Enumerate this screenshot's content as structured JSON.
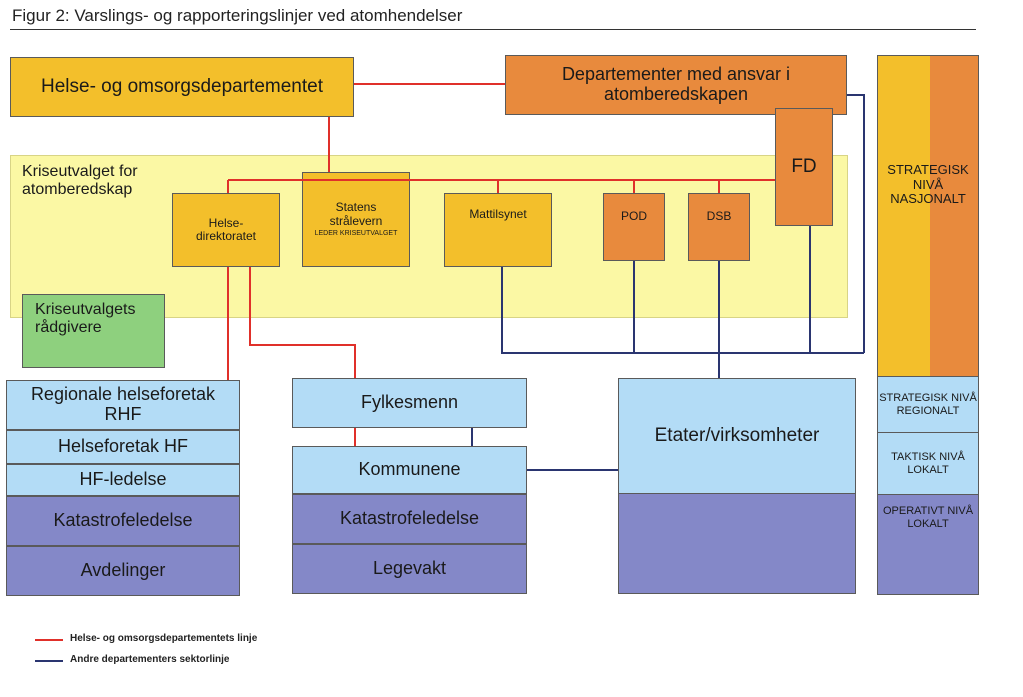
{
  "title": "Figur 2: Varslings- og rapporteringslinjer ved atomhendelser",
  "boxes": {
    "hod": "Helse- og omsorgsdepartementet",
    "departementer": "Departementer med ansvar i atomberedskapen",
    "fd": "FD",
    "kriseutvalget": "Kriseutvalget for atomberedskap",
    "helsedirektoratet": "Helse-direktoratet",
    "straalevern": "Statens strålevern",
    "straalevern_sub": "LEDER KRISEUTVALGET",
    "mattilsynet": "Mattilsynet",
    "pod": "POD",
    "dsb": "DSB",
    "raadgivere": "Kriseutvalgets rådgivere",
    "rhf": "Regionale helseforetak RHF",
    "hf": "Helseforetak HF",
    "hf_ledelse": "HF-ledelse",
    "katastrofeledelse_left": "Katastrofeledelse",
    "avdelinger": "Avdelinger",
    "fylkesmenn": "Fylkesmenn",
    "kommunene": "Kommunene",
    "katastrofeledelse_mid": "Katastrofeledelse",
    "legevakt": "Legevakt",
    "etater": "Etater/virksomheter"
  },
  "levels": {
    "strategisk_nasjonalt": "STRATEGISK NIVÅ NASJONALT",
    "strategisk_regionalt": "STRATEGISK NIVÅ REGIONALT",
    "taktisk_lokalt": "TAKTISK NIVÅ LOKALT",
    "operativt_lokalt": "OPERATIVT NIVÅ LOKALT"
  },
  "legend": [
    {
      "label": "Helse- og omsorgsdepartementets linje",
      "color": "#e0302a"
    },
    {
      "label": "Andre departementers sektorlinje",
      "color": "#2a3570"
    }
  ],
  "colors": {
    "red_line": "#e0302a",
    "blue_line": "#2a3570",
    "yellow": "#f3bf2b",
    "orange": "#e88a3d",
    "light_blue": "#b3dcf6",
    "purple": "#8488c8",
    "green": "#8ed07e",
    "panel": "#fbf8a4"
  }
}
